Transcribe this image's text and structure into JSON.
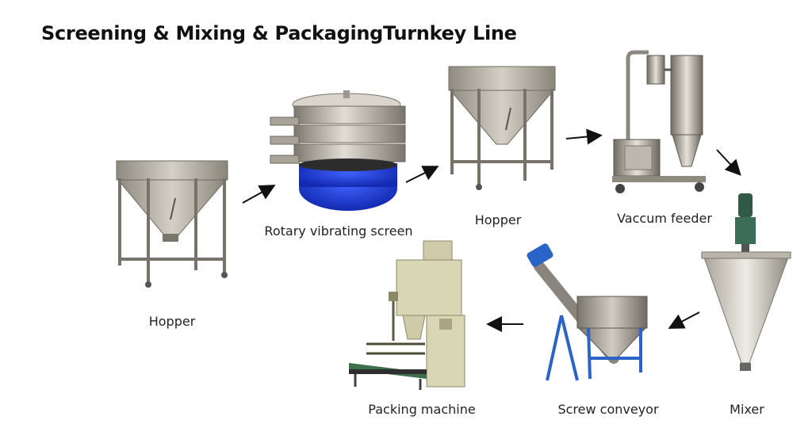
{
  "title": "Screening & Mixing & PackagingTurnkey Line",
  "nodes": [
    {
      "id": "hopper-1",
      "label": "Hopper",
      "icon": "hopper-icon"
    },
    {
      "id": "rotary-vibrating-screen",
      "label": "Rotary vibrating screen",
      "icon": "vibrating-screen-icon"
    },
    {
      "id": "hopper-2",
      "label": "Hopper",
      "icon": "hopper-icon"
    },
    {
      "id": "vaccum-feeder",
      "label": "Vaccum feeder",
      "icon": "vacuum-feeder-icon"
    },
    {
      "id": "mixer",
      "label": "Mixer",
      "icon": "conical-mixer-icon"
    },
    {
      "id": "screw-conveyor",
      "label": "Screw conveyor",
      "icon": "screw-conveyor-icon"
    },
    {
      "id": "packing-machine",
      "label": "Packing machine",
      "icon": "packing-machine-icon"
    }
  ],
  "edges": [
    {
      "from": "hopper-1",
      "to": "rotary-vibrating-screen"
    },
    {
      "from": "rotary-vibrating-screen",
      "to": "hopper-2"
    },
    {
      "from": "hopper-2",
      "to": "vaccum-feeder"
    },
    {
      "from": "vaccum-feeder",
      "to": "mixer"
    },
    {
      "from": "mixer",
      "to": "screw-conveyor"
    },
    {
      "from": "screw-conveyor",
      "to": "packing-machine"
    }
  ],
  "colors": {
    "steel": "#b8b4ab",
    "steel_dark": "#6f6a60",
    "blue_base": "#1f3fd6",
    "conveyor_blue": "#2b64c8",
    "packer_beige": "#d9d6b4",
    "belt_green": "#3f6f4a",
    "arrow": "#111111"
  }
}
